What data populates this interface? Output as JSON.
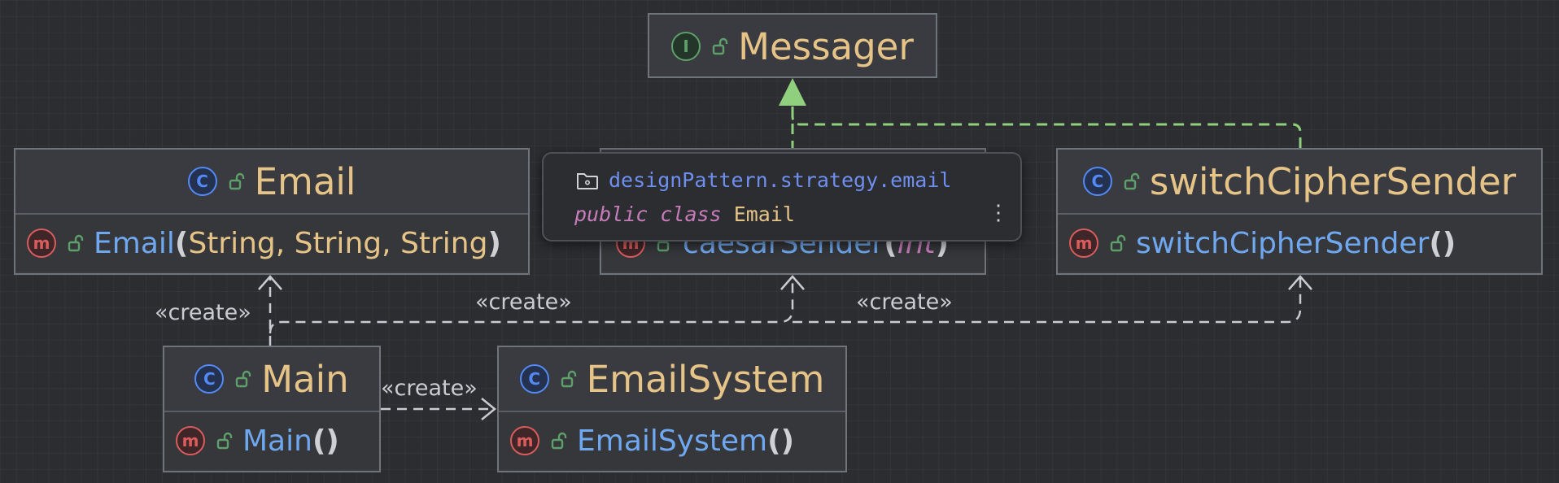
{
  "edge_labels": [
    "«create»",
    "«create»",
    "«create»",
    "«create»"
  ],
  "nodes": {
    "messager": {
      "kind": "I",
      "title": "Messager"
    },
    "email": {
      "kind": "C",
      "title": "Email",
      "member": {
        "kind": "m",
        "name": "Email",
        "open": "(",
        "params": "String, String, String",
        "close": ")"
      }
    },
    "caesar_sender": {
      "member": {
        "kind": "m",
        "name": "caesarSender",
        "open": "(",
        "params": "int",
        "close": ")"
      }
    },
    "switch_cipher_sender": {
      "kind": "C",
      "title": "switchCipherSender",
      "member": {
        "kind": "m",
        "name": "switchCipherSender",
        "paren": "()"
      }
    },
    "main": {
      "kind": "C",
      "title": "Main",
      "member": {
        "kind": "m",
        "name": "Main",
        "paren": "()"
      }
    },
    "email_system": {
      "kind": "C",
      "title": "EmailSystem",
      "member": {
        "kind": "m",
        "name": "EmailSystem",
        "paren": "()"
      }
    }
  },
  "popup": {
    "package": "designPattern.strategy.email",
    "modifier": "public class",
    "class_name": "Email"
  },
  "colors": {
    "background": "#2b2d30",
    "node_fill": "#393b40",
    "class_title": "#e6c488",
    "method_name": "#6fa8f0",
    "implements_edge": "#8fcf7d",
    "dependency_edge": "#c9cdd3"
  }
}
